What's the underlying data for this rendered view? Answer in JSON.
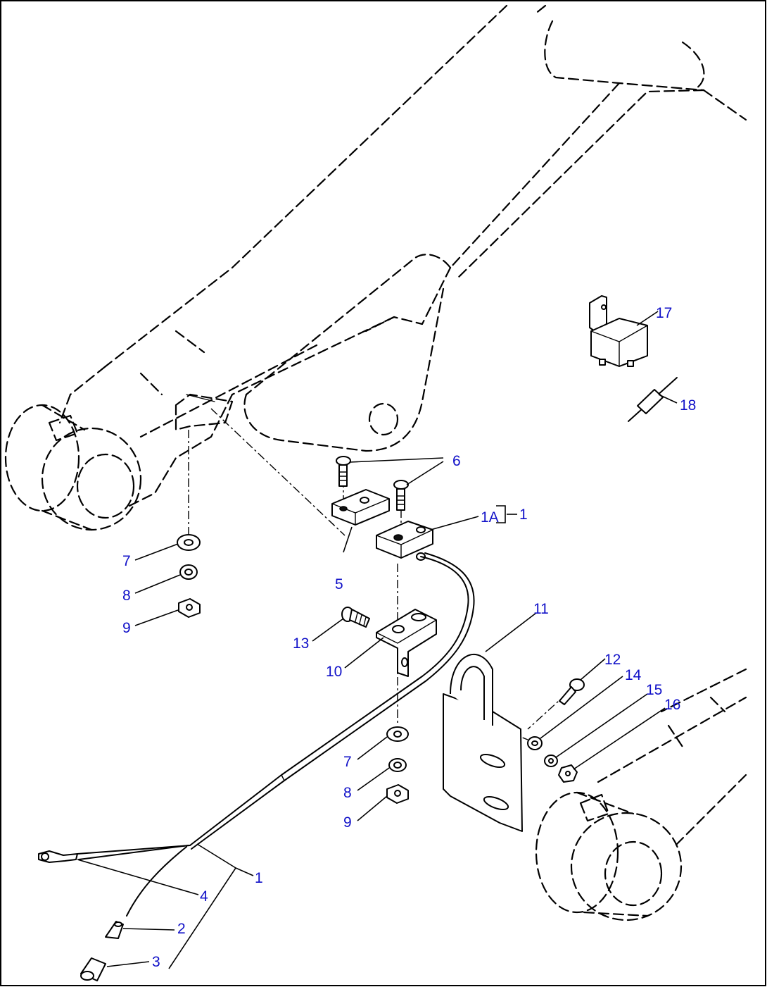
{
  "callouts": {
    "c1_top": "1",
    "c1a": "1A",
    "c1_bottom": "1",
    "c2": "2",
    "c3": "3",
    "c4": "4",
    "c5": "5",
    "c6": "6",
    "c7_left": "7",
    "c8_left": "8",
    "c9_left": "9",
    "c7_mid": "7",
    "c8_mid": "8",
    "c9_mid": "9",
    "c10": "10",
    "c11": "11",
    "c12": "12",
    "c13": "13",
    "c14": "14",
    "c15": "15",
    "c16": "16",
    "c17": "17",
    "c18": "18"
  },
  "colors": {
    "callout_blue": "#1010c8",
    "callout_black": "#000000",
    "line": "#000000",
    "background": "#ffffff"
  }
}
